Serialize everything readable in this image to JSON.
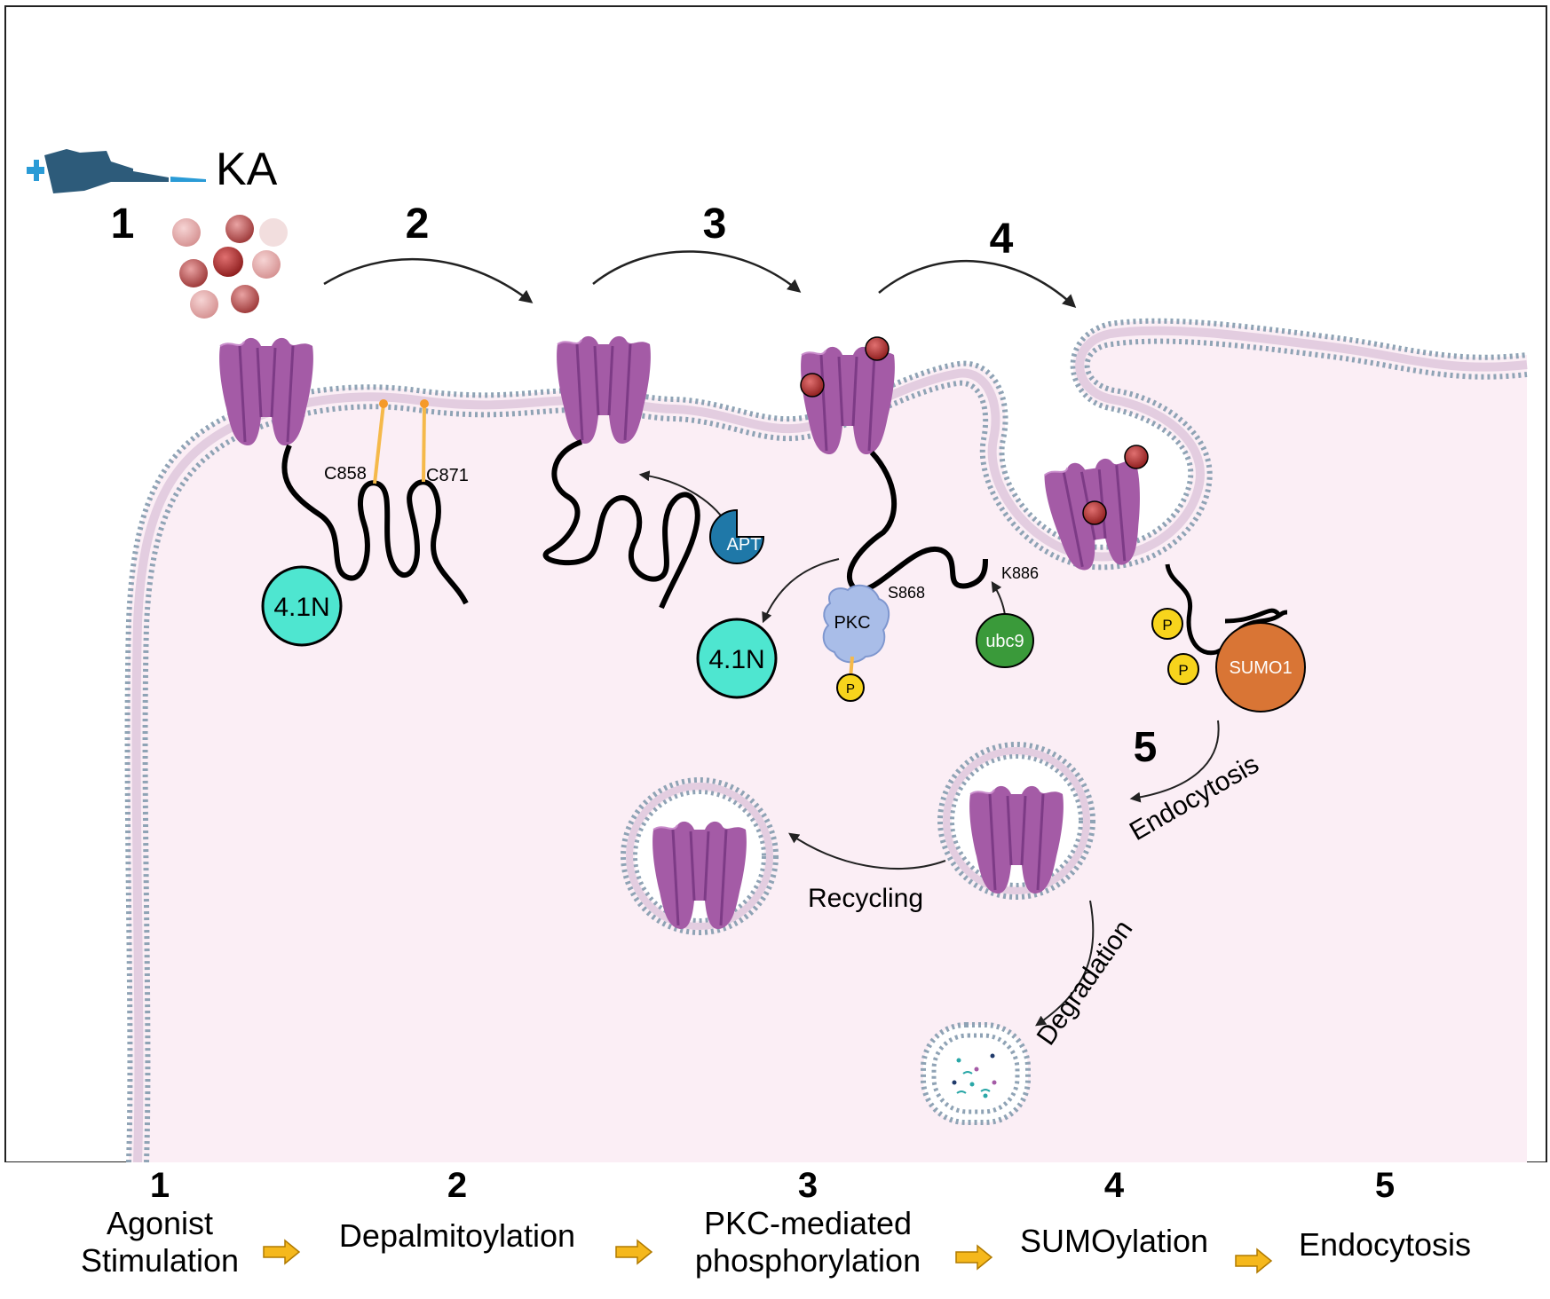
{
  "agonist": {
    "label": "KA",
    "icon": "pipette-icon"
  },
  "steps_in_figure": [
    "1",
    "2",
    "3",
    "4",
    "5"
  ],
  "sites": {
    "c858": "C858",
    "c871": "C871",
    "s868": "S868",
    "k886": "K886"
  },
  "proteins": {
    "band41_a": "4.1N",
    "band41_b": "4.1N",
    "apt": "APT",
    "pkc": "PKC",
    "ubc9": "ubc9",
    "sumo1": "SUMO1",
    "phospho": "P"
  },
  "processes": {
    "endocytosis": "Endocytosis",
    "recycling": "Recycling",
    "degradation": "Degradation"
  },
  "legend": [
    {
      "num": "1",
      "line1": "Agonist",
      "line2": "Stimulation"
    },
    {
      "num": "2",
      "line1": "Depalmitoylation",
      "line2": ""
    },
    {
      "num": "3",
      "line1": "PKC-mediated",
      "line2": "phosphorylation"
    },
    {
      "num": "4",
      "line1": "SUMOylation",
      "line2": ""
    },
    {
      "num": "5",
      "line1": "Endocytosis",
      "line2": ""
    }
  ],
  "colors": {
    "cytoplasm": "#fbeef5",
    "receptor": "#a45ba6",
    "receptor_dark": "#7d3b86",
    "membrane_head": "#8fa3b5",
    "band41": "#4ee6d0",
    "apt": "#1f78a8",
    "pkc": "#a9bde8",
    "ubc9": "#3a9a3a",
    "sumo1": "#d97535",
    "phospho": "#f7d41c",
    "ka_particle": "#b04848",
    "legend_arrow": "#f5b81c"
  }
}
